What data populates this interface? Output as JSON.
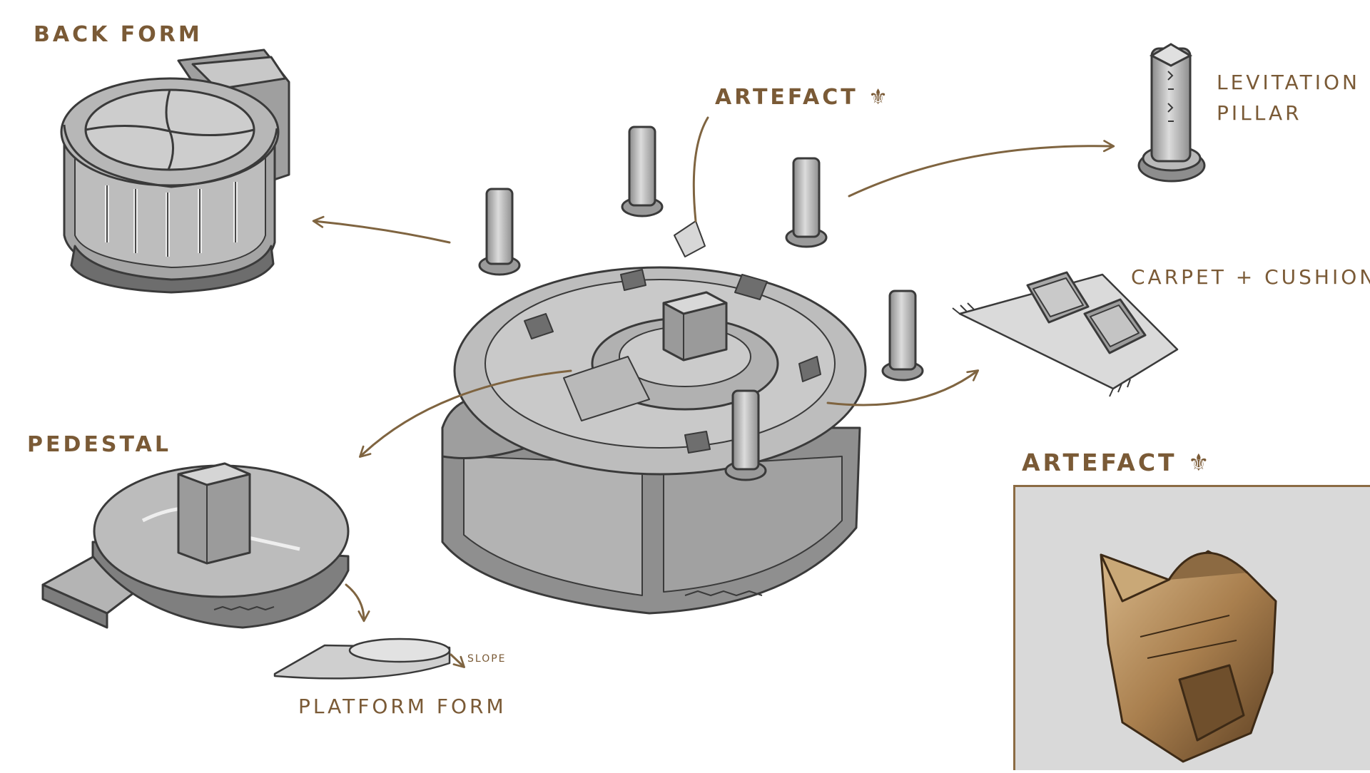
{
  "labels": {
    "back_form": "BACK FORM",
    "artefact_top": "ARTEFACT ⚜",
    "levitation_line1": "LEVITATION",
    "levitation_line2": "PILLAR",
    "carpet_cushion": "CARPET + CUSHION",
    "pedestal": "PEDESTAL",
    "slope": "SLOPE",
    "platform_form": "PLATFORM FORM",
    "artefact_inset": "ARTEFACT ⚜"
  },
  "colors": {
    "ink": "#7a5a36",
    "arrow": "#7f6440",
    "stone_light": "#cfcfcf",
    "stone_mid": "#a9a9a9",
    "stone_dark": "#7b7b7b",
    "outline": "#3a3a3a",
    "inset_bg": "#d9d9d9",
    "bronze": "#b08a5c"
  }
}
